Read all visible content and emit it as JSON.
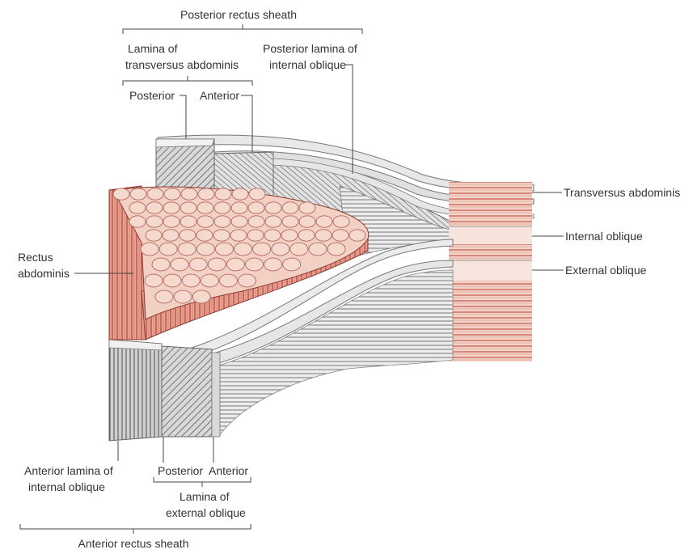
{
  "labels": {
    "posterior_rectus_sheath": "Posterior rectus sheath",
    "lamina_transversus_1": "Lamina of",
    "lamina_transversus_2": "transversus abdominis",
    "posterior_top": "Posterior",
    "anterior_top": "Anterior",
    "posterior_lamina_io_1": "Posterior lamina of",
    "posterior_lamina_io_2": "internal oblique",
    "transversus_abdominis": "Transversus abdominis",
    "internal_oblique": "Internal oblique",
    "external_oblique": "External oblique",
    "rectus_1": "Rectus",
    "rectus_2": "abdominis",
    "anterior_lamina_io_1": "Anterior lamina of",
    "anterior_lamina_io_2": "internal oblique",
    "posterior_bottom": "Posterior",
    "anterior_bottom": "Anterior",
    "lamina_external_1": "Lamina of",
    "lamina_external_2": "external oblique",
    "anterior_rectus_sheath": "Anterior rectus sheath"
  },
  "colors": {
    "muscle_fill": "#f2d0c4",
    "muscle_stripe": "#c9584a",
    "fascia": "#e6e6e6",
    "hatch": "#555555",
    "leader": "#444444"
  }
}
